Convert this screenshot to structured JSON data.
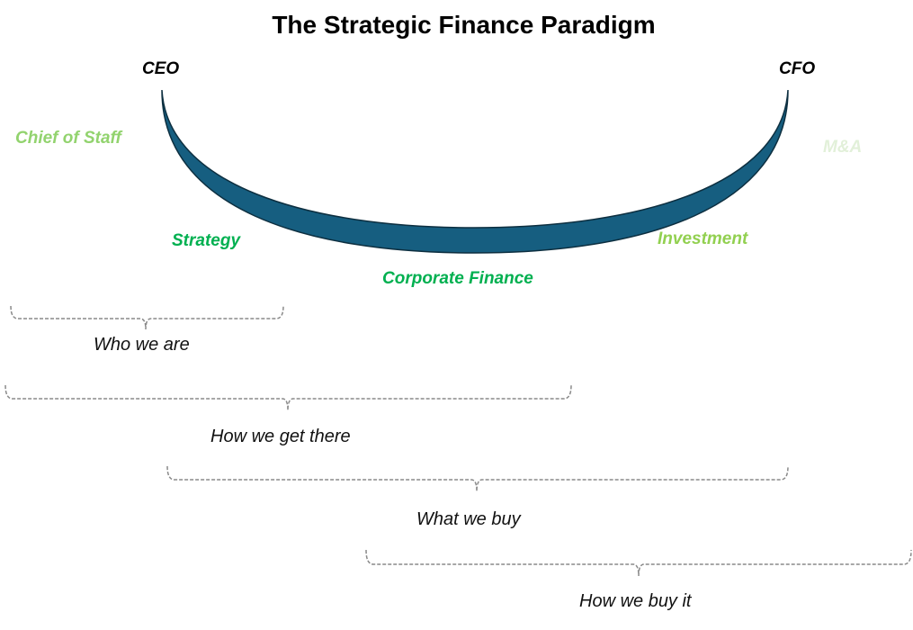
{
  "title": "The Strategic Finance Paradigm",
  "endpoints": {
    "left": "CEO",
    "right": "CFO"
  },
  "roles": {
    "chief_of_staff": "Chief of Staff",
    "strategy": "Strategy",
    "corporate_finance": "Corporate Finance",
    "investment": "Investment",
    "ma": "M&A"
  },
  "brackets": [
    "Who we are",
    "How we get there",
    "What we buy",
    "How we buy it"
  ],
  "colors": {
    "arc": "#165e80",
    "dark_green": "#00b050",
    "light_green": "#92d36e",
    "pale_green": "#e2f0d9"
  }
}
